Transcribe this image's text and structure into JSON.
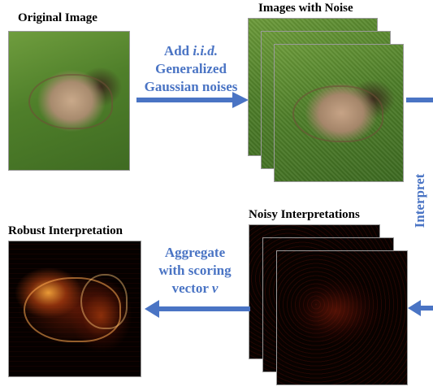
{
  "original": {
    "title": "Original Image"
  },
  "noisy_images": {
    "title": "Images with Noise"
  },
  "add_noise": {
    "line1_prefix": "Add ",
    "line1_em": "i.i.d.",
    "line2": "Generalized",
    "line3": "Gaussian noises"
  },
  "interpret": {
    "label": "Interpret"
  },
  "noisy_interpretations": {
    "title": "Noisy Interpretations"
  },
  "aggregate": {
    "line1": "Aggregate",
    "line2": "with scoring",
    "line3_prefix": "vector ",
    "line3_em": "v"
  },
  "robust": {
    "title": "Robust Interpretation"
  },
  "colors": {
    "arrow": "#4a74c4",
    "text_blue": "#4a74c4"
  }
}
